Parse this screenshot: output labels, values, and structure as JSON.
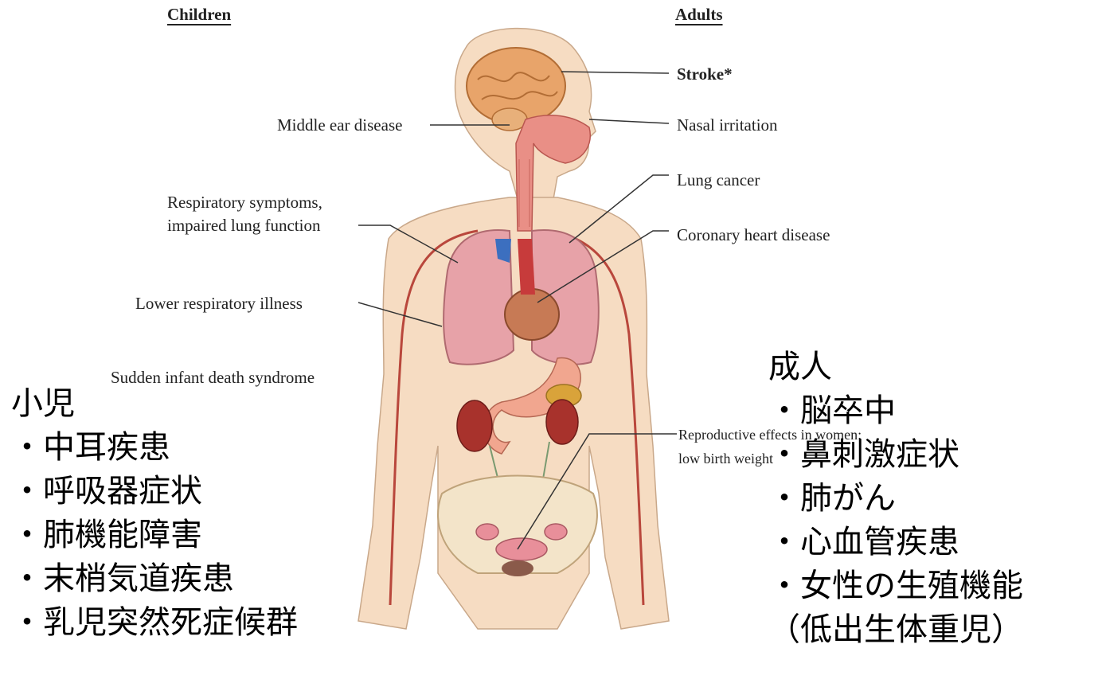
{
  "headings": {
    "children": "Children",
    "adults": "Adults"
  },
  "labels": {
    "stroke": "Stroke*",
    "middle_ear": "Middle ear disease",
    "nasal": "Nasal irritation",
    "lung_cancer": "Lung cancer",
    "resp_symptoms_1": "Respiratory symptoms,",
    "resp_symptoms_2": "impaired lung function",
    "coronary": "Coronary heart disease",
    "lower_resp": "Lower respiratory illness",
    "sids": "Sudden infant death syndrome",
    "repro_1": "Reproductive effects in women:",
    "repro_2": "low birth weight"
  },
  "japanese_children": {
    "title": "小児",
    "items": [
      "・中耳疾患",
      "・呼吸器症状",
      "・肺機能障害",
      "・末梢気道疾患",
      "・乳児突然死症候群"
    ]
  },
  "japanese_adults": {
    "title": "成人",
    "items": [
      "・脳卒中",
      "・鼻刺激症状",
      "・肺がん",
      "・心血管疾患",
      "・女性の生殖機能",
      "（低出生体重児）"
    ]
  }
}
